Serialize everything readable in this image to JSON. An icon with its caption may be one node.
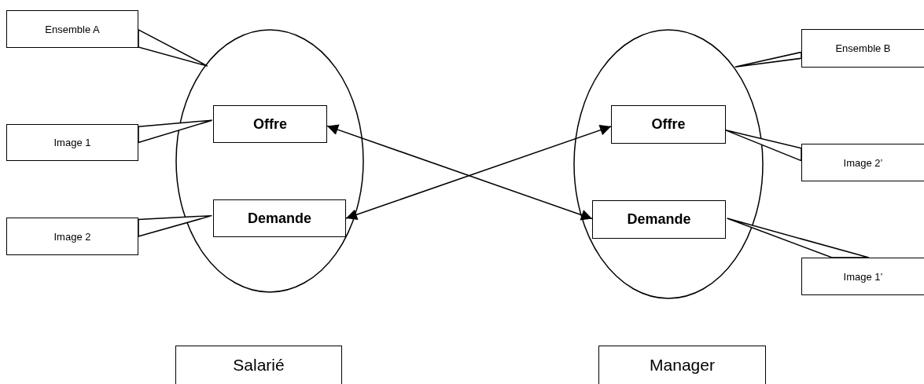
{
  "diagram": {
    "nodes": [
      {
        "text": [
          "Ensemble A"
        ]
      },
      {
        "text": [],
        "shape": "ellipse"
      },
      {
        "text": [
          "Offre"
        ],
        "in": 1
      },
      {
        "text": [
          "Demande"
        ],
        "in": 1
      },
      {
        "text": [
          "Image 1"
        ]
      },
      {
        "text": [
          "Image 2"
        ]
      },
      {
        "text": [],
        "shape": "ellipse"
      },
      {
        "text": [
          "Offre"
        ],
        "in": 6
      },
      {
        "text": [
          "Demande"
        ],
        "in": 6
      },
      {
        "text": [
          "Ensemble B"
        ]
      },
      {
        "text": [
          "Image 2’"
        ]
      },
      {
        "text": [
          "Image 1’"
        ]
      },
      {
        "text": [
          "Salarié"
        ]
      },
      {
        "text": [
          "Manager"
        ]
      }
    ],
    "edges": [
      {
        "from": 0,
        "to": 1,
        "arrow": "none"
      },
      {
        "from": 4,
        "to": 2,
        "arrow": "none"
      },
      {
        "from": 5,
        "to": 3,
        "arrow": "none"
      },
      {
        "from": 9,
        "to": 6,
        "arrow": "none"
      },
      {
        "from": 10,
        "to": 7,
        "arrow": "none"
      },
      {
        "from": 11,
        "to": 8,
        "arrow": "none"
      },
      {
        "from": 2,
        "to": 8,
        "arrow": "both"
      },
      {
        "from": 3,
        "to": 7,
        "arrow": "both"
      }
    ]
  }
}
